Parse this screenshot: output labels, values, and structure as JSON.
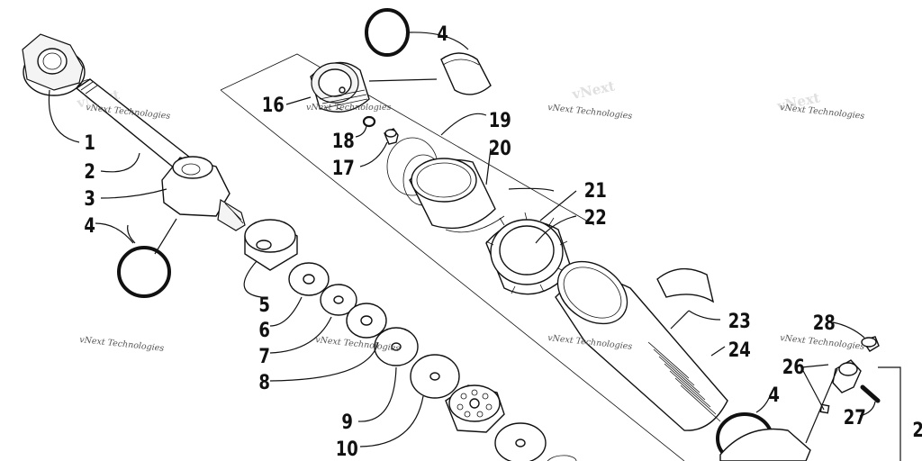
{
  "diagram": {
    "watermark": "vNext Technologies",
    "callouts": {
      "c1": "1",
      "c2": "2",
      "c3": "3",
      "c4a": "4",
      "c4b": "4",
      "c4c": "4",
      "c5": "5",
      "c6": "6",
      "c7": "7",
      "c8": "8",
      "c9": "9",
      "c10": "10",
      "c16": "16",
      "c17": "17",
      "c18": "18",
      "c19": "19",
      "c20": "20",
      "c21": "21",
      "c22": "22",
      "c23": "23",
      "c24": "24",
      "c26": "26",
      "c27": "27",
      "c28": "28",
      "c25": "2"
    }
  }
}
